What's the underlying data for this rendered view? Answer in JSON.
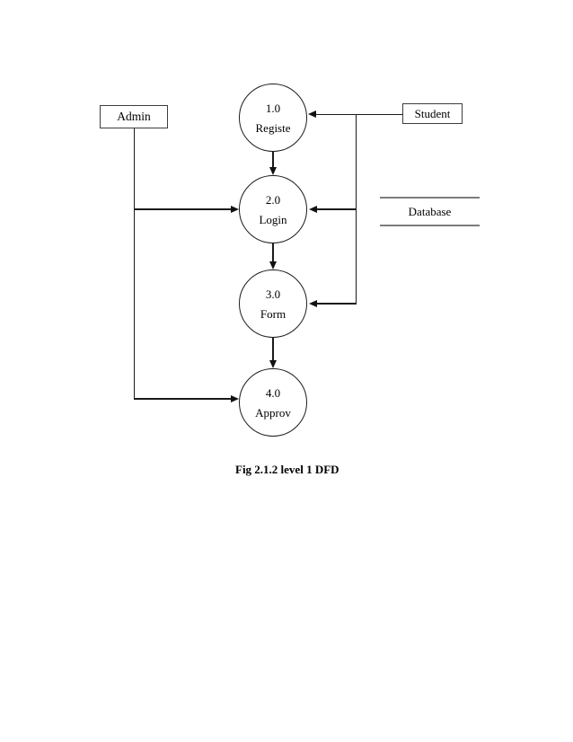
{
  "page": {
    "caption": "Fig 2.1.2 level 1 DFD",
    "background": "#ffffff"
  },
  "diagram": {
    "type": "data-flow-diagram",
    "external_entities": [
      {
        "label": "Admin"
      },
      {
        "label": "Student"
      }
    ],
    "processes": [
      {
        "number": "1.0",
        "label": "Registe"
      },
      {
        "number": "2.0",
        "label": "Login"
      },
      {
        "number": "3.0",
        "label": "Form"
      },
      {
        "number": "4.0",
        "label": "Approv"
      }
    ],
    "data_stores": [
      {
        "label": "Database"
      }
    ],
    "flows": [
      {
        "from": "Student",
        "to": "1.0 Registe"
      },
      {
        "from": "Student",
        "to": "2.0 Login"
      },
      {
        "from": "Student",
        "to": "3.0 Form"
      },
      {
        "from": "Admin",
        "to": "2.0 Login"
      },
      {
        "from": "Admin",
        "to": "4.0 Approv"
      },
      {
        "from": "1.0 Registe",
        "to": "2.0 Login"
      },
      {
        "from": "2.0 Login",
        "to": "3.0 Form"
      },
      {
        "from": "3.0 Form",
        "to": "4.0 Approv"
      }
    ],
    "colors": {
      "stroke": "#1a1a1a",
      "data_store_line": "#7c7c7c",
      "text": "#000000"
    }
  }
}
